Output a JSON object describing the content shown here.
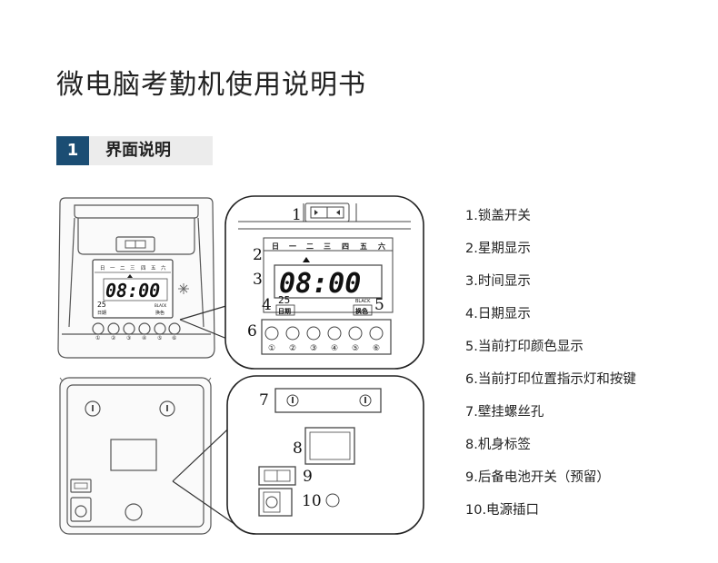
{
  "page": {
    "title": "微电脑考勤机使用说明书"
  },
  "section": {
    "number": "1",
    "title": "界面说明"
  },
  "legend": [
    "1.锁盖开关",
    "2.星期显示",
    "3.时间显示",
    "4.日期显示",
    "5.当前打印颜色显示",
    "6.当前打印位置指示灯和按键",
    "7.壁挂螺丝孔",
    "8.机身标签",
    "9.后备电池开关（预留）",
    "10.电源插口"
  ],
  "front": {
    "weekdays": [
      "日",
      "一",
      "二",
      "三",
      "四",
      "五",
      "六"
    ],
    "time": "08:00",
    "date": "25",
    "date_label": "日期",
    "color": "BLACK",
    "color_label": "换色",
    "buttons": [
      "①",
      "②",
      "③",
      "④",
      "⑤",
      "⑥"
    ]
  },
  "callouts": {
    "front": [
      "1",
      "2",
      "3",
      "4",
      "5",
      "6"
    ],
    "back": [
      "7",
      "8",
      "9",
      "10"
    ]
  }
}
